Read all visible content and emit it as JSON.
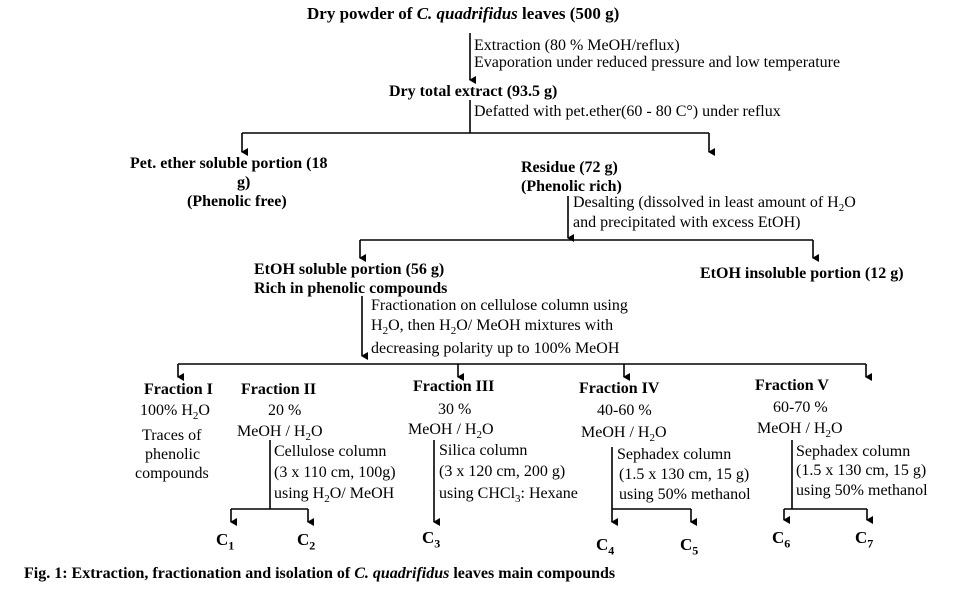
{
  "root": {
    "prefix": "Dry powder of",
    "species": "C. quadrifidus",
    "suffix": "leaves (500 g)"
  },
  "step1": {
    "line1": "Extraction (80 % MeOH/reflux)",
    "line2": "Evaporation under reduced pressure and low temperature"
  },
  "total_extract": "Dry total extract (93.5 g)",
  "step2": {
    "line1": "Defatted with pet.ether(60 - 80 C°) under reflux"
  },
  "pet_ether": {
    "line1": "Pet. ether soluble portion (18",
    "line2": "g)",
    "line3": "(Phenolic free)"
  },
  "residue": {
    "line1": "Residue (72 g)",
    "line2": "(Phenolic rich)"
  },
  "step3": {
    "line1_pre": "Desalting (dissolved in least amount of H",
    "line1_sub": "2",
    "line1_post": "O",
    "line2": "and precipitated with excess EtOH)"
  },
  "etoh_soluble": {
    "line1": "EtOH soluble portion (56 g)",
    "line2": "Rich in phenolic compounds"
  },
  "etoh_insoluble": "EtOH insoluble portion (12 g)",
  "step4": {
    "line1": "Fractionation on cellulose column using",
    "line2_a": "H",
    "line2_sub1": "2",
    "line2_b": "O, then H",
    "line2_sub2": "2",
    "line2_c": "O/ MeOH mixtures with",
    "line3": "decreasing polarity up to 100% MeOH"
  },
  "fractions": {
    "f1": {
      "title": "Fraction I",
      "solvent_pre": "100% H",
      "solvent_sub": "2",
      "solvent_post": "O",
      "note1": "Traces of",
      "note2": "phenolic",
      "note3": "compounds"
    },
    "f2": {
      "title": "Fraction II",
      "pct": "20 %",
      "solv_pre": "MeOH / H",
      "solv_sub": "2",
      "solv_post": "O",
      "col1": "Cellulose column",
      "col2": "(3 x 110 cm, 100g)",
      "col3_pre": "using H",
      "col3_sub": "2",
      "col3_post": "O/ MeOH"
    },
    "f3": {
      "title": "Fraction III",
      "pct": "30 %",
      "solv_pre": "MeOH / H",
      "solv_sub": "2",
      "solv_post": "O",
      "col1": "Silica column",
      "col2": "(3 x 120 cm, 200 g)",
      "col3_pre": "using CHCl",
      "col3_sub": "3",
      "col3_post": ": Hexane"
    },
    "f4": {
      "title": "Fraction IV",
      "pct": "40-60 %",
      "solv_pre": "MeOH / H",
      "solv_sub": "2",
      "solv_post": "O",
      "col1": "Sephadex column",
      "col2": "(1.5 x 130 cm, 15 g)",
      "col3": "using 50% methanol"
    },
    "f5": {
      "title": "Fraction V",
      "pct": "60-70 %",
      "solv_pre": "MeOH / H",
      "solv_sub": "2",
      "solv_post": "O",
      "col1": "Sephadex column",
      "col2": "(1.5 x 130 cm, 15 g)",
      "col3": "using 50% methanol"
    }
  },
  "compounds": [
    {
      "letter": "C",
      "num": "1"
    },
    {
      "letter": "C",
      "num": "2"
    },
    {
      "letter": "C",
      "num": "3"
    },
    {
      "letter": "C",
      "num": "4"
    },
    {
      "letter": "C",
      "num": "5"
    },
    {
      "letter": "C",
      "num": "6"
    },
    {
      "letter": "C",
      "num": "7"
    }
  ],
  "caption": {
    "prefix": "Fig. 1: Extraction, fractionation and isolation of",
    "species": "C. quadrifidus",
    "suffix": "leaves main compounds"
  }
}
